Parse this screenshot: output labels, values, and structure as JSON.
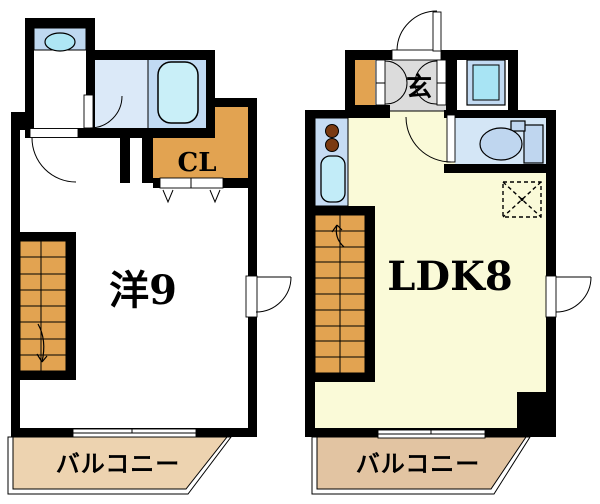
{
  "floorplan": {
    "left_plan": {
      "room_label": "洋9",
      "closet_label": "CL",
      "balcony_label": "バルコニー"
    },
    "right_plan": {
      "room_label": "LDK8",
      "entrance_label": "玄",
      "balcony_label": "バルコニー"
    }
  },
  "colors": {
    "wall": "#000000",
    "stairs_closet_orange": "#E2A351",
    "balcony_left_fill": "#EDD3B0",
    "balcony_right_fill": "#E2C4A2",
    "ldk_floor": "#FAFAD8",
    "genkan_gray": "#DCDCDC",
    "bath_floor": "#DBE9F8",
    "tub_area": "#C1DAF3",
    "tub_fill": "#C9EFF8",
    "vanity_counter": "#BFD8F0",
    "basin_fill": "#AEE6F4",
    "counter_blue": "#C6DCF4",
    "sink_fill": "#C2ECF8",
    "burner_brown": "#7A3A12",
    "toilet_room": "#D4E6F6",
    "fixture_fill": "#BFD6EF",
    "wm_frame": "#C2DAF2",
    "wm_inner": "#A8E4F4"
  }
}
